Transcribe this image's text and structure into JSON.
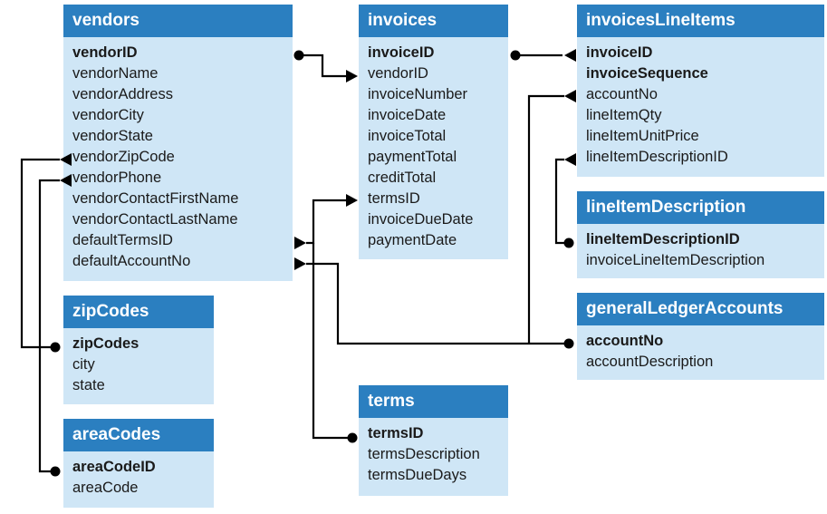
{
  "tables": {
    "vendors": {
      "name": "vendors",
      "fields": [
        {
          "label": "vendorID",
          "key": true
        },
        {
          "label": "vendorName",
          "key": false
        },
        {
          "label": "vendorAddress",
          "key": false
        },
        {
          "label": "vendorCity",
          "key": false
        },
        {
          "label": "vendorState",
          "key": false
        },
        {
          "label": "vendorZipCode",
          "key": false
        },
        {
          "label": "vendorPhone",
          "key": false
        },
        {
          "label": "vendorContactFirstName",
          "key": false
        },
        {
          "label": "vendorContactLastName",
          "key": false
        },
        {
          "label": "defaultTermsID",
          "key": false
        },
        {
          "label": "defaultAccountNo",
          "key": false
        }
      ]
    },
    "invoices": {
      "name": "invoices",
      "fields": [
        {
          "label": "invoiceID",
          "key": true
        },
        {
          "label": "vendorID",
          "key": false
        },
        {
          "label": "invoiceNumber",
          "key": false
        },
        {
          "label": "invoiceDate",
          "key": false
        },
        {
          "label": "invoiceTotal",
          "key": false
        },
        {
          "label": "paymentTotal",
          "key": false
        },
        {
          "label": "creditTotal",
          "key": false
        },
        {
          "label": "termsID",
          "key": false
        },
        {
          "label": "invoiceDueDate",
          "key": false
        },
        {
          "label": "paymentDate",
          "key": false
        }
      ]
    },
    "invoicesLineItems": {
      "name": "invoicesLineItems",
      "fields": [
        {
          "label": "invoiceID",
          "key": true
        },
        {
          "label": "invoiceSequence",
          "key": true
        },
        {
          "label": "accountNo",
          "key": false
        },
        {
          "label": "lineItemQty",
          "key": false
        },
        {
          "label": "lineItemUnitPrice",
          "key": false
        },
        {
          "label": "lineItemDescriptionID",
          "key": false
        }
      ]
    },
    "lineItemDescription": {
      "name": "lineItemDescription",
      "fields": [
        {
          "label": "lineItemDescriptionID",
          "key": true
        },
        {
          "label": "invoiceLineItemDescription",
          "key": false
        }
      ]
    },
    "generalLedgerAccounts": {
      "name": "generalLedgerAccounts",
      "fields": [
        {
          "label": "accountNo",
          "key": true
        },
        {
          "label": "accountDescription",
          "key": false
        }
      ]
    },
    "zipCodes": {
      "name": "zipCodes",
      "fields": [
        {
          "label": "zipCodes",
          "key": true
        },
        {
          "label": "city",
          "key": false
        },
        {
          "label": "state",
          "key": false
        }
      ]
    },
    "areaCodes": {
      "name": "areaCodes",
      "fields": [
        {
          "label": "areaCodeID",
          "key": true
        },
        {
          "label": "areaCode",
          "key": false
        }
      ]
    },
    "terms": {
      "name": "terms",
      "fields": [
        {
          "label": "termsID",
          "key": true
        },
        {
          "label": "termsDescription",
          "key": false
        },
        {
          "label": "termsDueDays",
          "key": false
        }
      ]
    }
  },
  "colors": {
    "header": "#2b7fc0",
    "body": "#cfe6f6",
    "line": "#000000"
  }
}
